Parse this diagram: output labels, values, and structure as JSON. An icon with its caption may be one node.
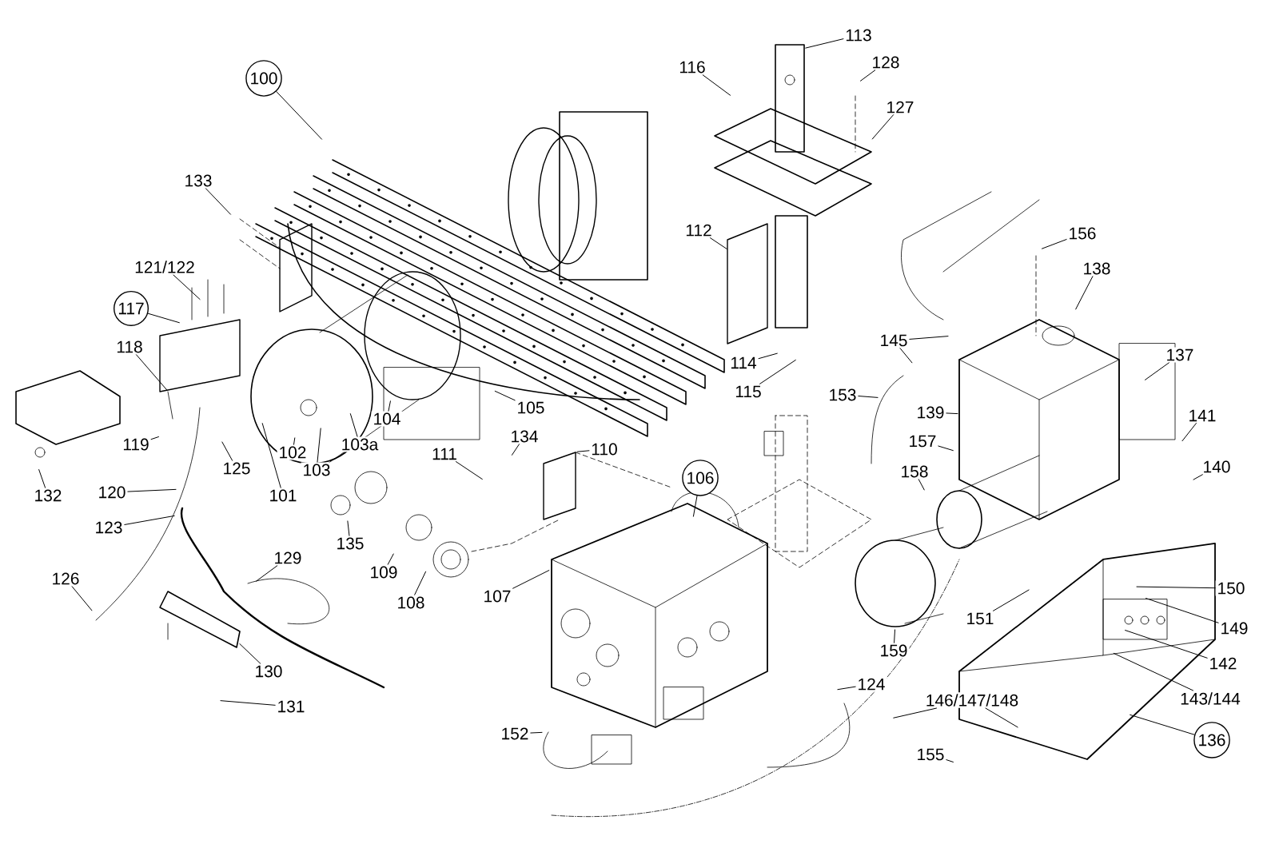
{
  "diagram": {
    "nodes": [
      {
        "text": [
          "113"
        ]
      },
      {
        "text": [
          "128"
        ]
      },
      {
        "text": [
          "116"
        ]
      },
      {
        "text": [
          "100"
        ]
      },
      {
        "text": [
          "127"
        ]
      },
      {
        "text": [
          "133"
        ]
      },
      {
        "text": [
          "112"
        ]
      },
      {
        "text": [
          "156"
        ]
      },
      {
        "text": [
          "121/122"
        ]
      },
      {
        "text": [
          "138"
        ]
      },
      {
        "text": [
          "117"
        ]
      },
      {
        "text": [
          "145"
        ]
      },
      {
        "text": [
          "118"
        ]
      },
      {
        "text": [
          "137"
        ]
      },
      {
        "text": [
          "114"
        ]
      },
      {
        "text": [
          "115"
        ]
      },
      {
        "text": [
          "153"
        ]
      },
      {
        "text": [
          "105"
        ]
      },
      {
        "text": [
          "139"
        ]
      },
      {
        "text": [
          "141"
        ]
      },
      {
        "text": [
          "104"
        ]
      },
      {
        "text": [
          "157"
        ]
      },
      {
        "text": [
          "103a"
        ]
      },
      {
        "text": [
          "134"
        ]
      },
      {
        "text": [
          "102"
        ]
      },
      {
        "text": [
          "110"
        ]
      },
      {
        "text": [
          "111"
        ]
      },
      {
        "text": [
          "119"
        ]
      },
      {
        "text": [
          "140"
        ]
      },
      {
        "text": [
          "103"
        ]
      },
      {
        "text": [
          "125"
        ]
      },
      {
        "text": [
          "158"
        ]
      },
      {
        "text": [
          "106"
        ]
      },
      {
        "text": [
          "120"
        ]
      },
      {
        "text": [
          "132"
        ]
      },
      {
        "text": [
          "101"
        ]
      },
      {
        "text": [
          "123"
        ]
      },
      {
        "text": [
          "135"
        ]
      },
      {
        "text": [
          "129"
        ]
      },
      {
        "text": [
          "109"
        ]
      },
      {
        "text": [
          "126"
        ]
      },
      {
        "text": [
          "150"
        ]
      },
      {
        "text": [
          "108"
        ]
      },
      {
        "text": [
          "107"
        ]
      },
      {
        "text": [
          "151"
        ]
      },
      {
        "text": [
          "149"
        ]
      },
      {
        "text": [
          "159"
        ]
      },
      {
        "text": [
          "142"
        ]
      },
      {
        "text": [
          "130"
        ]
      },
      {
        "text": [
          "124"
        ]
      },
      {
        "text": [
          "146/147/148"
        ]
      },
      {
        "text": [
          "143/144"
        ]
      },
      {
        "text": [
          "131"
        ]
      },
      {
        "text": [
          "152"
        ]
      },
      {
        "text": [
          "136"
        ]
      },
      {
        "text": [
          "155"
        ]
      }
    ],
    "edges": [
      {
        "from": 0,
        "to": null,
        "arrow": "none"
      },
      {
        "from": 1,
        "to": null,
        "arrow": "none"
      },
      {
        "from": 2,
        "to": null,
        "arrow": "none"
      },
      {
        "from": 3,
        "to": null,
        "arrow": "none"
      },
      {
        "from": 4,
        "to": null,
        "arrow": "none"
      },
      {
        "from": 5,
        "to": null,
        "arrow": "none"
      },
      {
        "from": 6,
        "to": null,
        "arrow": "none"
      },
      {
        "from": 7,
        "to": null,
        "arrow": "none"
      },
      {
        "from": 8,
        "to": null,
        "arrow": "none"
      },
      {
        "from": 9,
        "to": null,
        "arrow": "none"
      },
      {
        "from": 10,
        "to": null,
        "arrow": "none"
      },
      {
        "from": 11,
        "to": null,
        "arrow": "none"
      },
      {
        "from": 11,
        "to": null,
        "arrow": "none"
      },
      {
        "from": 12,
        "to": null,
        "arrow": "none"
      },
      {
        "from": 13,
        "to": null,
        "arrow": "none"
      },
      {
        "from": 14,
        "to": null,
        "arrow": "none"
      },
      {
        "from": 15,
        "to": null,
        "arrow": "none"
      },
      {
        "from": 16,
        "to": null,
        "arrow": "none"
      },
      {
        "from": 17,
        "to": null,
        "arrow": "none"
      },
      {
        "from": 18,
        "to": null,
        "arrow": "none"
      },
      {
        "from": 19,
        "to": null,
        "arrow": "none"
      },
      {
        "from": 20,
        "to": null,
        "arrow": "none"
      },
      {
        "from": 21,
        "to": null,
        "arrow": "none"
      },
      {
        "from": 22,
        "to": null,
        "arrow": "none"
      },
      {
        "from": 23,
        "to": null,
        "arrow": "none"
      },
      {
        "from": 24,
        "to": null,
        "arrow": "none"
      },
      {
        "from": 25,
        "to": null,
        "arrow": "none"
      },
      {
        "from": 26,
        "to": null,
        "arrow": "none"
      },
      {
        "from": 27,
        "to": null,
        "arrow": "none"
      },
      {
        "from": 28,
        "to": null,
        "arrow": "none"
      },
      {
        "from": 29,
        "to": null,
        "arrow": "none"
      },
      {
        "from": 30,
        "to": null,
        "arrow": "none"
      },
      {
        "from": 31,
        "to": null,
        "arrow": "none"
      },
      {
        "from": 32,
        "to": null,
        "arrow": "none"
      },
      {
        "from": 33,
        "to": null,
        "arrow": "none"
      },
      {
        "from": 34,
        "to": null,
        "arrow": "none"
      },
      {
        "from": 35,
        "to": null,
        "arrow": "none"
      },
      {
        "from": 36,
        "to": null,
        "arrow": "none"
      },
      {
        "from": 37,
        "to": null,
        "arrow": "none"
      },
      {
        "from": 38,
        "to": null,
        "arrow": "none"
      },
      {
        "from": 39,
        "to": null,
        "arrow": "none"
      },
      {
        "from": 40,
        "to": null,
        "arrow": "none"
      },
      {
        "from": 41,
        "to": null,
        "arrow": "none"
      },
      {
        "from": 42,
        "to": null,
        "arrow": "none"
      },
      {
        "from": 43,
        "to": null,
        "arrow": "none"
      },
      {
        "from": 44,
        "to": null,
        "arrow": "none"
      },
      {
        "from": 45,
        "to": null,
        "arrow": "none"
      },
      {
        "from": 46,
        "to": null,
        "arrow": "none"
      },
      {
        "from": 47,
        "to": null,
        "arrow": "none"
      },
      {
        "from": 48,
        "to": null,
        "arrow": "none"
      },
      {
        "from": 49,
        "to": null,
        "arrow": "none"
      },
      {
        "from": 50,
        "to": null,
        "arrow": "none"
      },
      {
        "from": 50,
        "to": null,
        "arrow": "none"
      },
      {
        "from": 51,
        "to": null,
        "arrow": "none"
      },
      {
        "from": 52,
        "to": null,
        "arrow": "none"
      },
      {
        "from": 53,
        "to": null,
        "arrow": "none"
      },
      {
        "from": 54,
        "to": null,
        "arrow": "none"
      },
      {
        "from": 55,
        "to": null,
        "arrow": "none"
      }
    ]
  }
}
